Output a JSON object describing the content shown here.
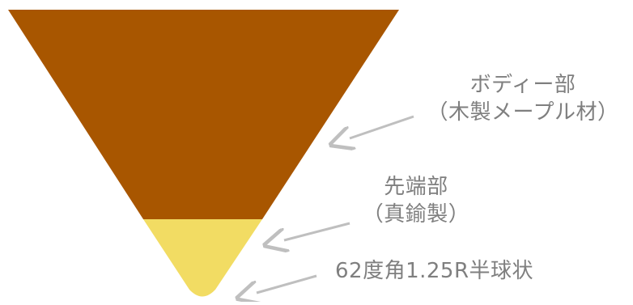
{
  "diagram": {
    "colors": {
      "body": "#a85600",
      "tip": "#f2dc63",
      "arrow": "#bfbfbf",
      "text": "#7f7f7f",
      "background": "#ffffff"
    },
    "callouts": {
      "body": {
        "line1": "ボディー部",
        "line2": "（木製メープル材）"
      },
      "tip": {
        "line1": "先端部",
        "line2": "（真鍮製）"
      },
      "shape": {
        "text": "62度角1.25R半球状"
      }
    }
  }
}
